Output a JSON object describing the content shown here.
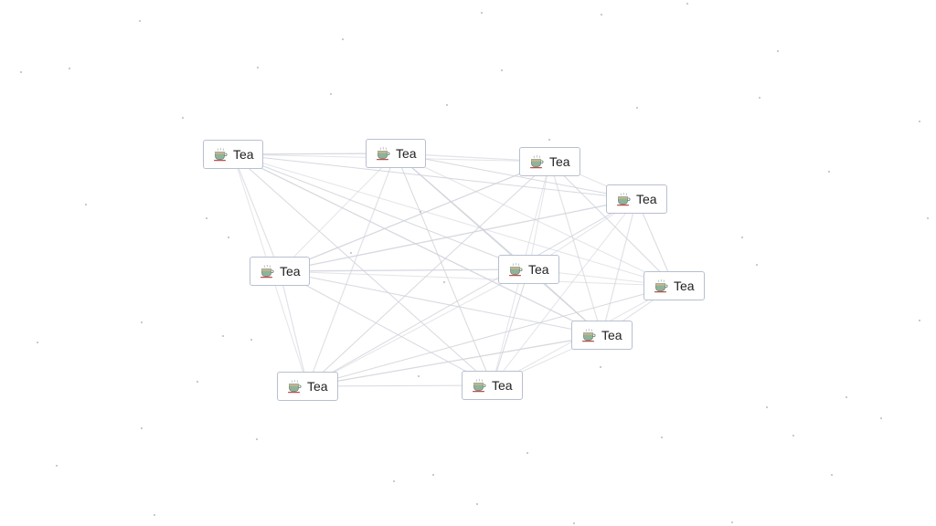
{
  "canvas": {
    "background": "#ffffff",
    "edge_color": "#cfd2da",
    "node_border_color": "#b7c0cf"
  },
  "nodes": [
    {
      "id": "n1",
      "label": "Tea",
      "icon": "teacup-icon"
    },
    {
      "id": "n2",
      "label": "Tea",
      "icon": "teacup-icon"
    },
    {
      "id": "n3",
      "label": "Tea",
      "icon": "teacup-icon"
    },
    {
      "id": "n4",
      "label": "Tea",
      "icon": "teacup-icon"
    },
    {
      "id": "n5",
      "label": "Tea",
      "icon": "teacup-icon"
    },
    {
      "id": "n6",
      "label": "Tea",
      "icon": "teacup-icon"
    },
    {
      "id": "n7",
      "label": "Tea",
      "icon": "teacup-icon"
    },
    {
      "id": "n8",
      "label": "Tea",
      "icon": "teacup-icon"
    },
    {
      "id": "n9",
      "label": "Tea",
      "icon": "teacup-icon"
    },
    {
      "id": "n10",
      "label": "Tea",
      "icon": "teacup-icon"
    }
  ],
  "edges": [
    [
      "n1",
      "n2"
    ],
    [
      "n1",
      "n3"
    ],
    [
      "n1",
      "n4"
    ],
    [
      "n1",
      "n5"
    ],
    [
      "n1",
      "n6"
    ],
    [
      "n1",
      "n7"
    ],
    [
      "n1",
      "n8"
    ],
    [
      "n1",
      "n9"
    ],
    [
      "n1",
      "n10"
    ],
    [
      "n2",
      "n3"
    ],
    [
      "n2",
      "n4"
    ],
    [
      "n2",
      "n5"
    ],
    [
      "n2",
      "n6"
    ],
    [
      "n2",
      "n7"
    ],
    [
      "n2",
      "n8"
    ],
    [
      "n2",
      "n9"
    ],
    [
      "n2",
      "n10"
    ],
    [
      "n3",
      "n4"
    ],
    [
      "n3",
      "n5"
    ],
    [
      "n3",
      "n6"
    ],
    [
      "n3",
      "n7"
    ],
    [
      "n3",
      "n8"
    ],
    [
      "n3",
      "n9"
    ],
    [
      "n3",
      "n10"
    ],
    [
      "n4",
      "n5"
    ],
    [
      "n4",
      "n6"
    ],
    [
      "n4",
      "n7"
    ],
    [
      "n4",
      "n8"
    ],
    [
      "n4",
      "n9"
    ],
    [
      "n4",
      "n10"
    ],
    [
      "n5",
      "n6"
    ],
    [
      "n5",
      "n7"
    ],
    [
      "n5",
      "n8"
    ],
    [
      "n5",
      "n9"
    ],
    [
      "n5",
      "n10"
    ],
    [
      "n6",
      "n7"
    ],
    [
      "n6",
      "n8"
    ],
    [
      "n6",
      "n9"
    ],
    [
      "n6",
      "n10"
    ],
    [
      "n7",
      "n8"
    ],
    [
      "n7",
      "n9"
    ],
    [
      "n7",
      "n10"
    ],
    [
      "n8",
      "n9"
    ],
    [
      "n8",
      "n10"
    ],
    [
      "n9",
      "n10"
    ]
  ]
}
